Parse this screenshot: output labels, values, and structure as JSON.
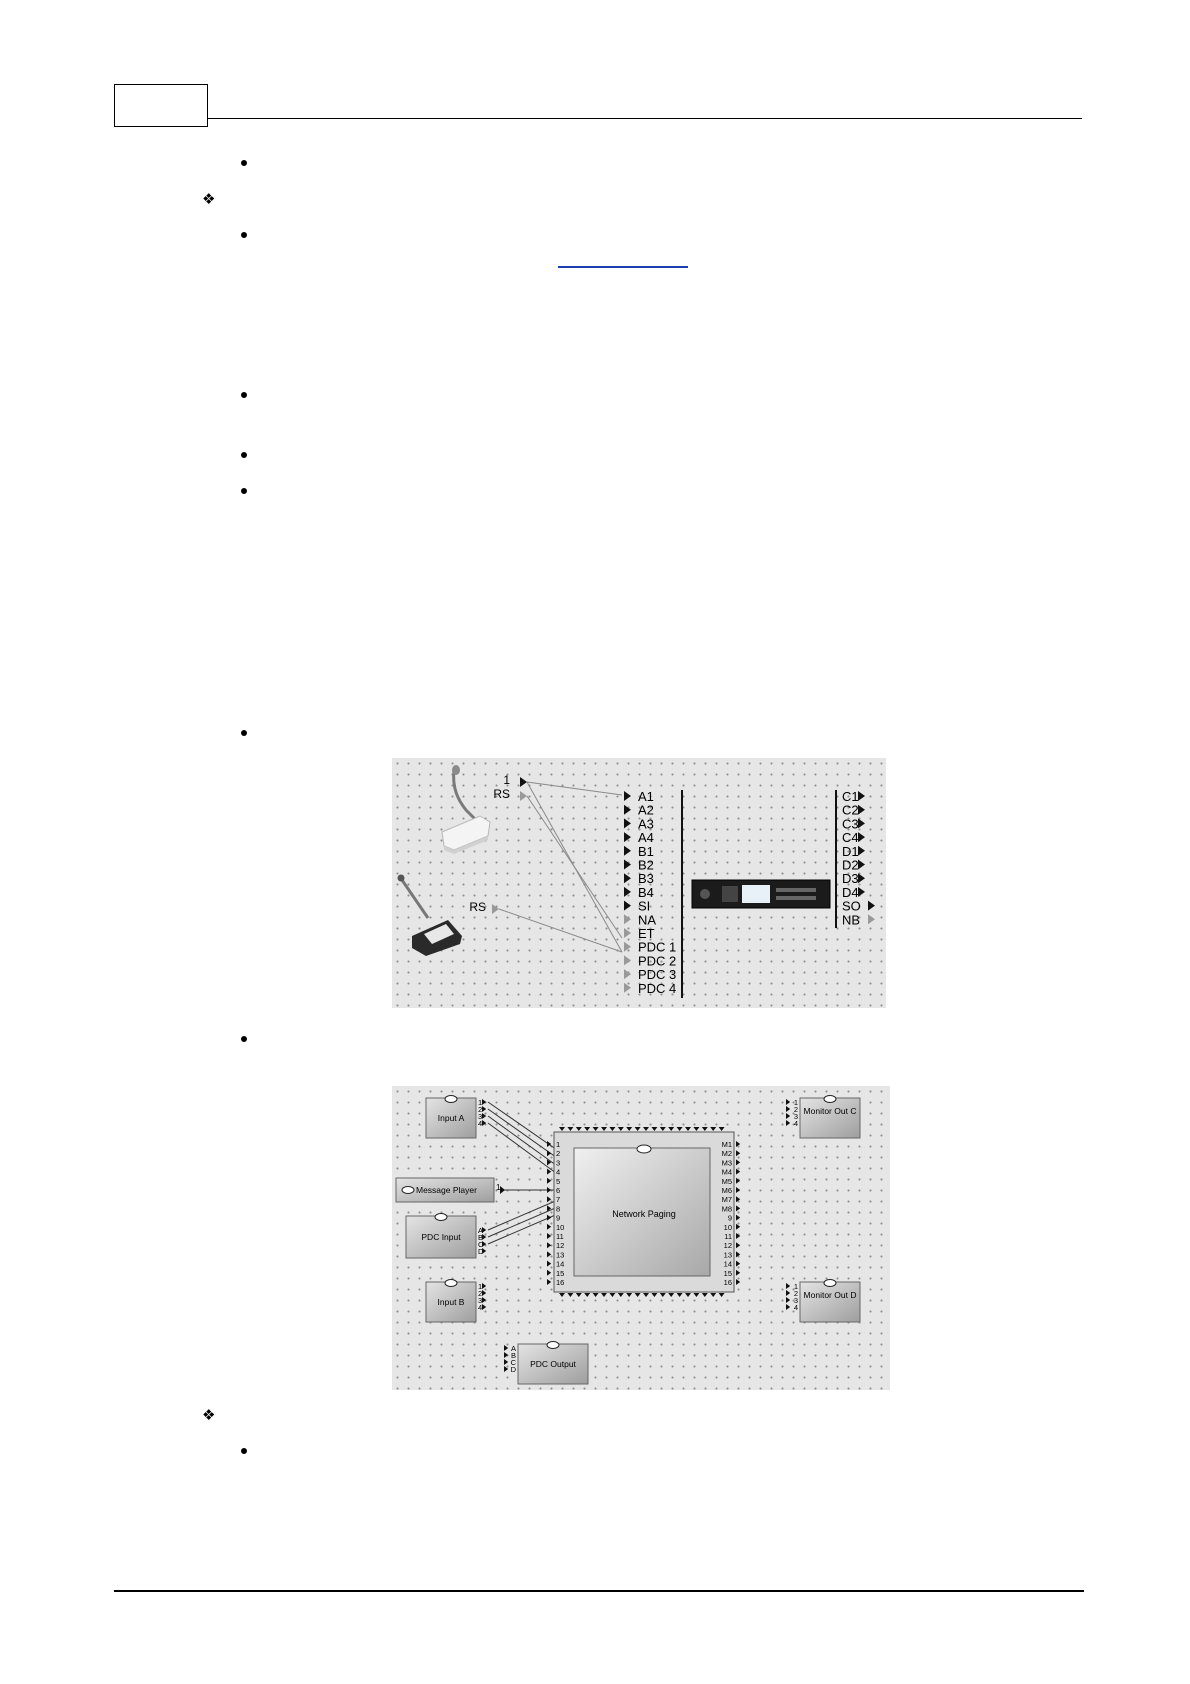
{
  "figure1": {
    "mic_ports": [
      "1",
      "RS"
    ],
    "station_port": "RS",
    "device_inputs": [
      "A1",
      "A2",
      "A3",
      "A4",
      "B1",
      "B2",
      "B3",
      "B4",
      "SI",
      "NA",
      "ET",
      "PDC 1",
      "PDC 2",
      "PDC 3",
      "PDC 4"
    ],
    "device_outputs": [
      "C1",
      "C2",
      "C3",
      "C4",
      "D1",
      "D2",
      "D3",
      "D4",
      "SO",
      "NB"
    ]
  },
  "figure2": {
    "input_a": "Input A",
    "input_b": "Input B",
    "message_player": "Message Player",
    "message_player_port": "1",
    "pdc_input": "PDC Input",
    "pdc_output": "PDC Output",
    "monitor_out_c": "Monitor Out C",
    "monitor_out_d": "Monitor Out D",
    "network_paging": "Network Paging",
    "port_numbers": [
      "1",
      "2",
      "3",
      "4"
    ],
    "port_letters": [
      "A",
      "B",
      "C",
      "D"
    ],
    "np_left_ports": [
      "1",
      "2",
      "3",
      "4",
      "5",
      "6",
      "7",
      "8",
      "9",
      "10",
      "11",
      "12",
      "13",
      "14",
      "15",
      "16"
    ],
    "np_right_ports": [
      "M1",
      "M2",
      "M3",
      "M4",
      "M5",
      "M6",
      "M7",
      "M8",
      "9",
      "10",
      "11",
      "12",
      "13",
      "14",
      "15",
      "16"
    ]
  }
}
